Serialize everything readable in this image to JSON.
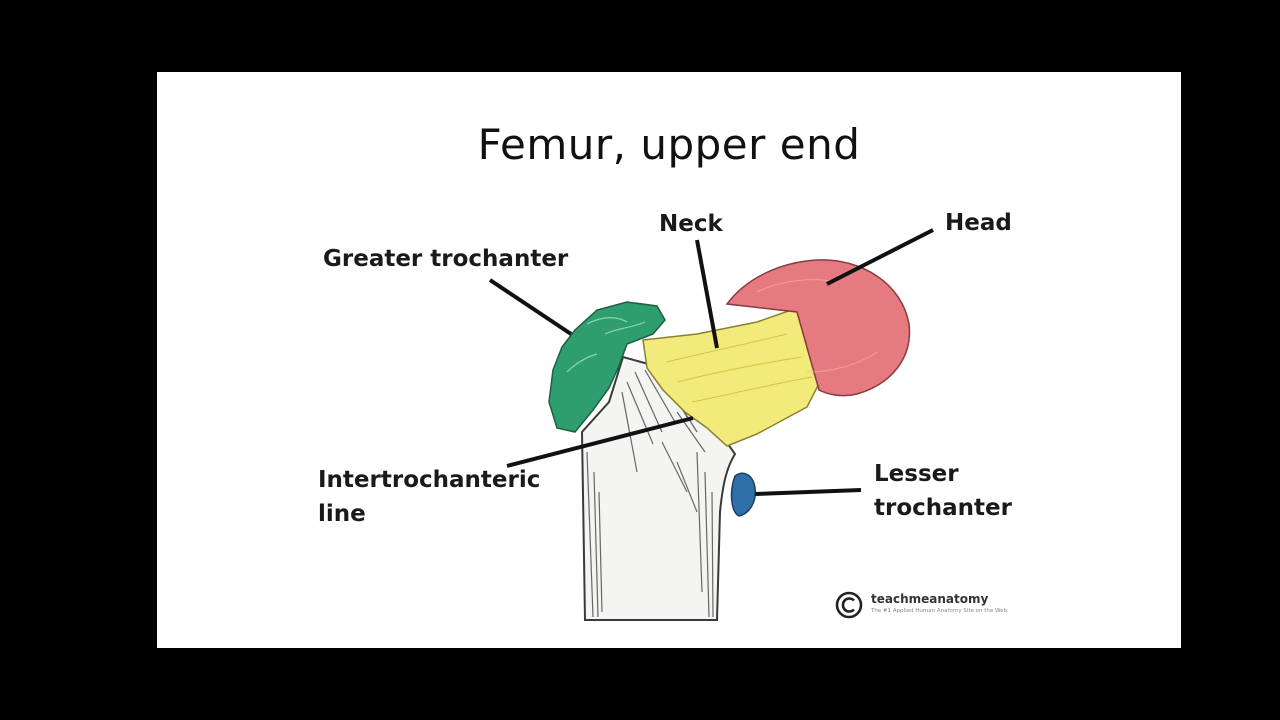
{
  "slide": {
    "title": "Femur, upper end"
  },
  "labels": {
    "greater_trochanter": "Greater trochanter",
    "neck": "Neck",
    "head": "Head",
    "intertrochanteric_line_1": "Intertrochanteric",
    "intertrochanteric_line_2": "line",
    "lesser_trochanter_1": "Lesser",
    "lesser_trochanter_2": "trochanter"
  },
  "watermark": {
    "icon": "copyright-icon",
    "brand": "teachmeanatomy",
    "tagline": "The #1 Applied Human Anatomy Site on the Web."
  },
  "colors": {
    "background": "#000000",
    "slide": "#ffffff",
    "head": "#e57a80",
    "neck": "#f2ea7a",
    "greater_trochanter": "#2f9e6e",
    "lesser_trochanter": "#2f6fa8"
  }
}
